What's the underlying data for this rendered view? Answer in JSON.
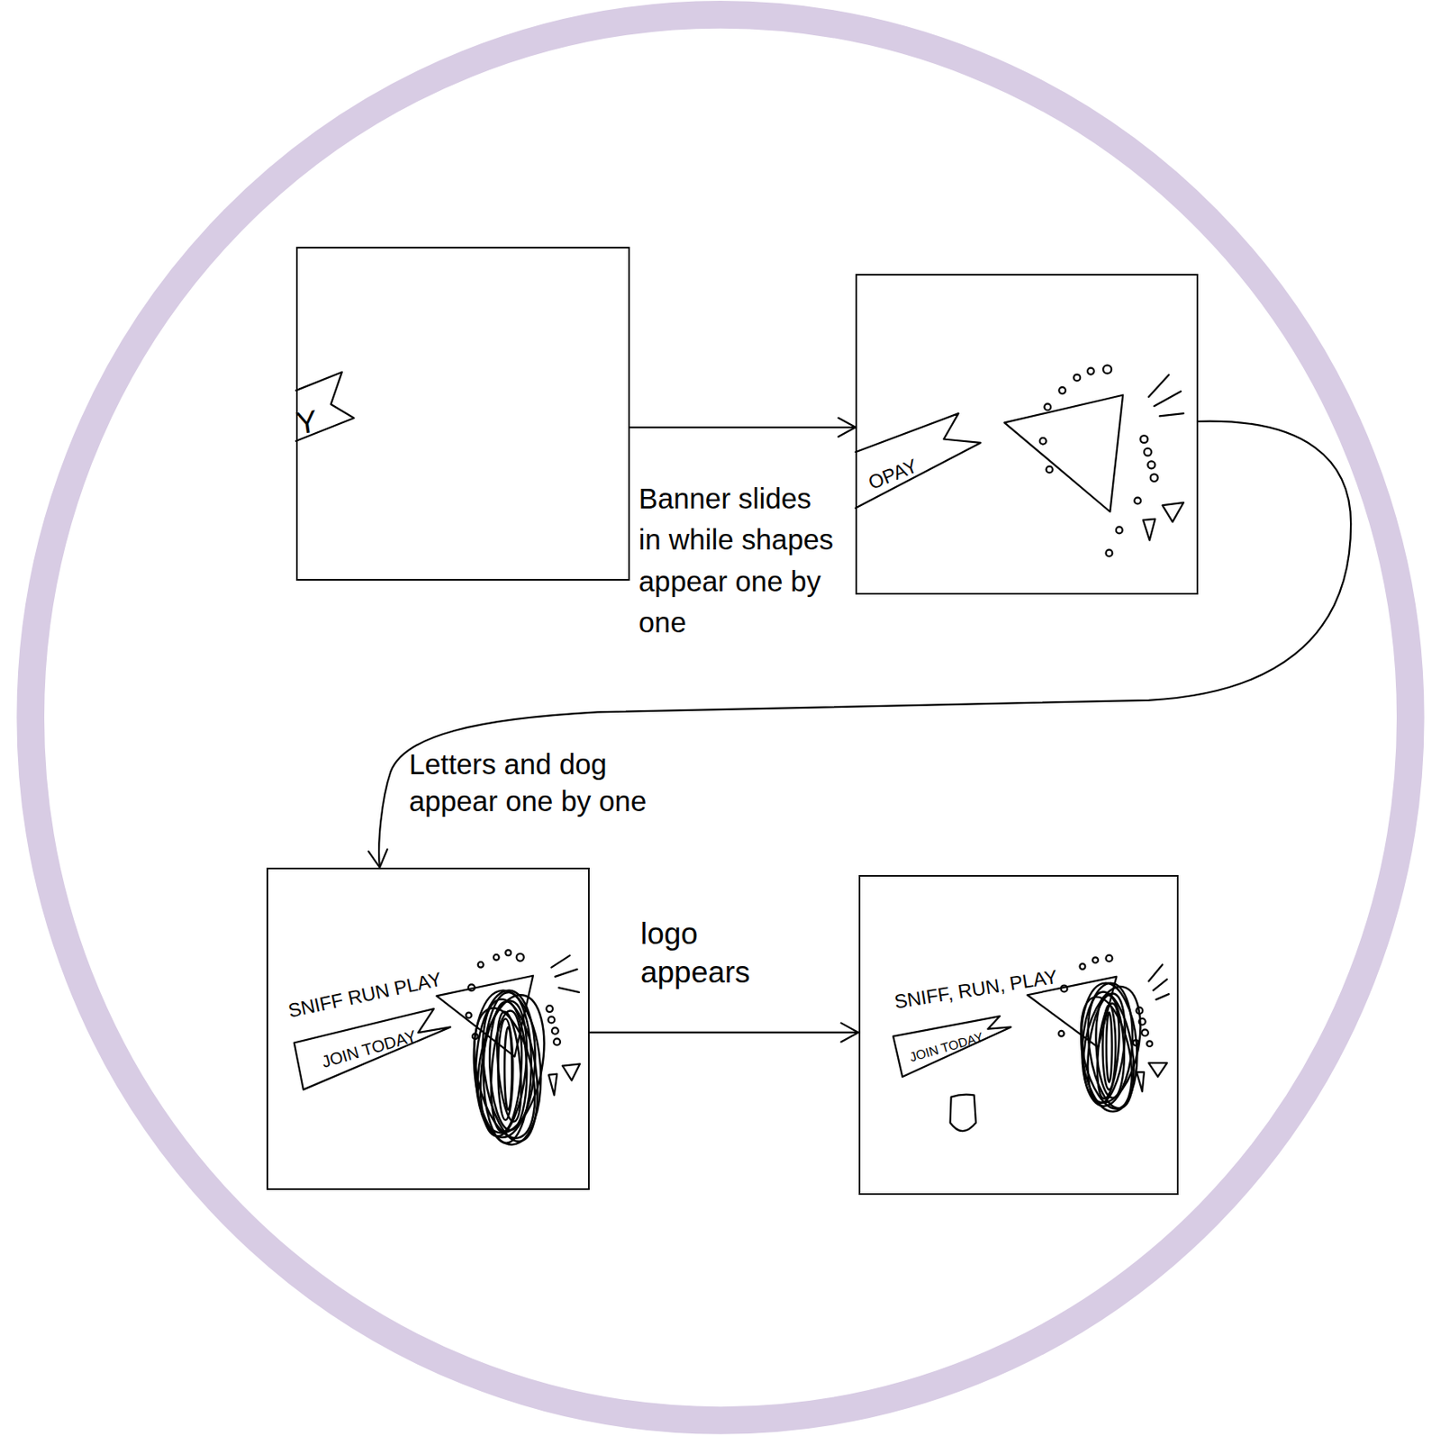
{
  "diagram": {
    "nodes": [
      {
        "text": [
          "Y"
        ]
      },
      {
        "text": [
          "OPAY"
        ]
      },
      {
        "text": [
          "SNIFF RUN PLAY",
          "JOIN TODAY"
        ]
      },
      {
        "text": [
          "SNIFF, RUN, PLAY",
          "JOIN TODAY"
        ]
      }
    ],
    "edges": [
      {
        "from": 0,
        "to": 1,
        "arrow": "to",
        "label": "Banner slides in while shapes appear one by one"
      },
      {
        "from": 1,
        "to": 2,
        "arrow": "to",
        "label": "Letters and dog appear one by one"
      },
      {
        "from": 2,
        "to": 3,
        "arrow": "to",
        "label": "logo appears"
      }
    ]
  }
}
